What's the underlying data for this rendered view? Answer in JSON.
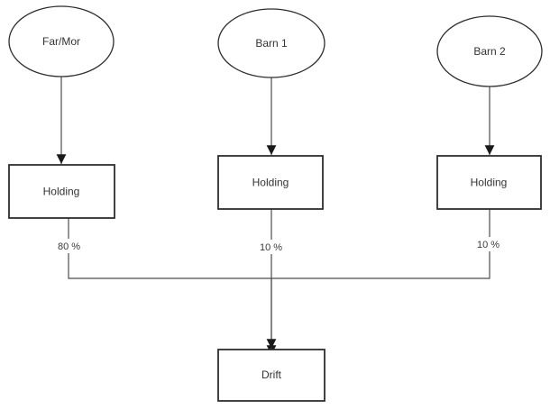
{
  "diagram": {
    "type": "ownership-structure-flowchart",
    "nodes": {
      "farmor": {
        "label": "Far/Mor",
        "shape": "ellipse"
      },
      "barn1": {
        "label": "Barn 1",
        "shape": "ellipse"
      },
      "barn2": {
        "label": "Barn 2",
        "shape": "ellipse"
      },
      "holding1": {
        "label": "Holding",
        "shape": "rect"
      },
      "holding2": {
        "label": "Holding",
        "shape": "rect"
      },
      "holding3": {
        "label": "Holding",
        "shape": "rect"
      },
      "drift": {
        "label": "Drift",
        "shape": "rect"
      }
    },
    "edges": [
      {
        "from": "Far/Mor",
        "to": "Holding (left)",
        "label": ""
      },
      {
        "from": "Barn 1",
        "to": "Holding (middle)",
        "label": ""
      },
      {
        "from": "Barn 2",
        "to": "Holding (right)",
        "label": ""
      },
      {
        "from": "Holding (left)",
        "to": "Drift",
        "label": "80 %"
      },
      {
        "from": "Holding (middle)",
        "to": "Drift",
        "label": "10 %"
      },
      {
        "from": "Holding (right)",
        "to": "Drift",
        "label": "10 %"
      }
    ],
    "colors": {
      "background": "#ffffff",
      "node_fill": "#ffffff",
      "node_stroke": "#2e2e2e",
      "edge_stroke": "#4d4d4d",
      "arrow_fill": "#1a1a1a",
      "text": "#333333"
    }
  }
}
